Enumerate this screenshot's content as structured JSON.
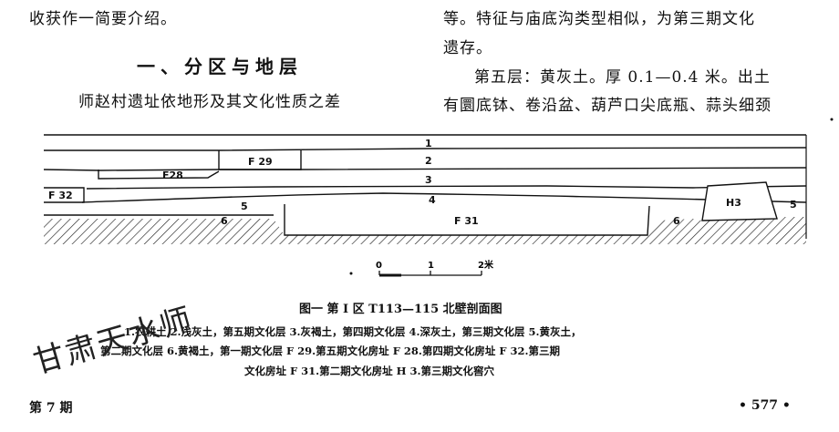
{
  "left_column": {
    "line1": "收获作一简要介绍。",
    "heading": "一、分区与地层",
    "line3": "师赵村遗址依地形及其文化性质之差"
  },
  "right_column": {
    "line1": "等。特征与庙底沟类型相似，为第三期文化",
    "line2": "遗存。",
    "line3": "第五层：黄灰土。厚 0.1—0.4 米。出土",
    "line4": "有圜底钵、卷沿盆、葫芦口尖底瓶、蒜头细颈"
  },
  "figure": {
    "layers": [
      "1",
      "2",
      "3",
      "4",
      "5",
      "6",
      "6",
      "5"
    ],
    "features": [
      "F 29",
      "F28",
      "F 32",
      "F 31",
      "H3"
    ],
    "scale": [
      "0",
      "1",
      "2米"
    ],
    "caption": "图一  第 I 区 T113—115 北壁剖面图",
    "legend_line1": "1.农耕土  2.浅灰土，第五期文化层  3.灰褐土，第四期文化层  4.深灰土，第三期文化层  5.黄灰土，",
    "legend_line2": "第二期文化层  6.黄褐土，第一期文化层  F 29.第五期文化房址  F 28.第四期文化房址  F 32.第三期",
    "legend_line3": "文化房址  F 31.第二期文化房址  H 3.第三期文化窖穴"
  },
  "handwriting": "甘肃天水师",
  "footer": {
    "issue": "第 7 期",
    "page_number": "• 577 •"
  }
}
